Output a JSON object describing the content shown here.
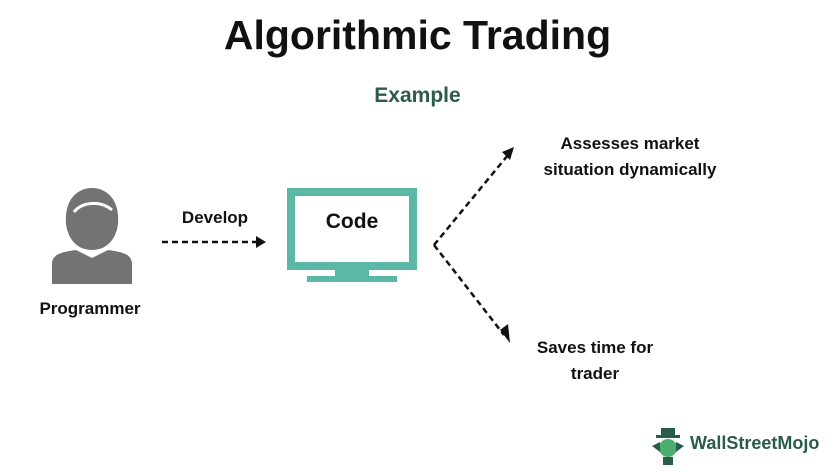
{
  "title": "Algorithmic Trading",
  "subtitle": "Example",
  "programmer": {
    "label": "Programmer",
    "icon": "person-icon"
  },
  "develop_label": "Develop",
  "monitor": {
    "label": "Code",
    "icon": "monitor-icon"
  },
  "outcomes": {
    "top": {
      "line1": "Assesses market",
      "line2": "situation dynamically"
    },
    "bottom": {
      "line1": "Saves time for",
      "line2": "trader"
    }
  },
  "brand": {
    "name": "WallStreetMojo",
    "icon": "wallstreetmojo-logo-icon"
  },
  "colors": {
    "accent": "#5bb8a6",
    "person": "#737373",
    "subtitle": "#2e5a4e",
    "brand": "#2a5c4a"
  }
}
